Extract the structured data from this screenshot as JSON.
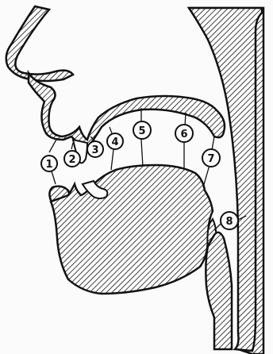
{
  "diagram": {
    "labels": [
      {
        "id": 1,
        "text": "1"
      },
      {
        "id": 2,
        "text": "2"
      },
      {
        "id": 3,
        "text": "3"
      },
      {
        "id": 4,
        "text": "4"
      },
      {
        "id": 5,
        "text": "5"
      },
      {
        "id": 6,
        "text": "6"
      },
      {
        "id": 7,
        "text": "7"
      },
      {
        "id": 8,
        "text": "8"
      }
    ],
    "colors": {
      "ink": "#111111",
      "paper": "#fbfbfb"
    }
  }
}
